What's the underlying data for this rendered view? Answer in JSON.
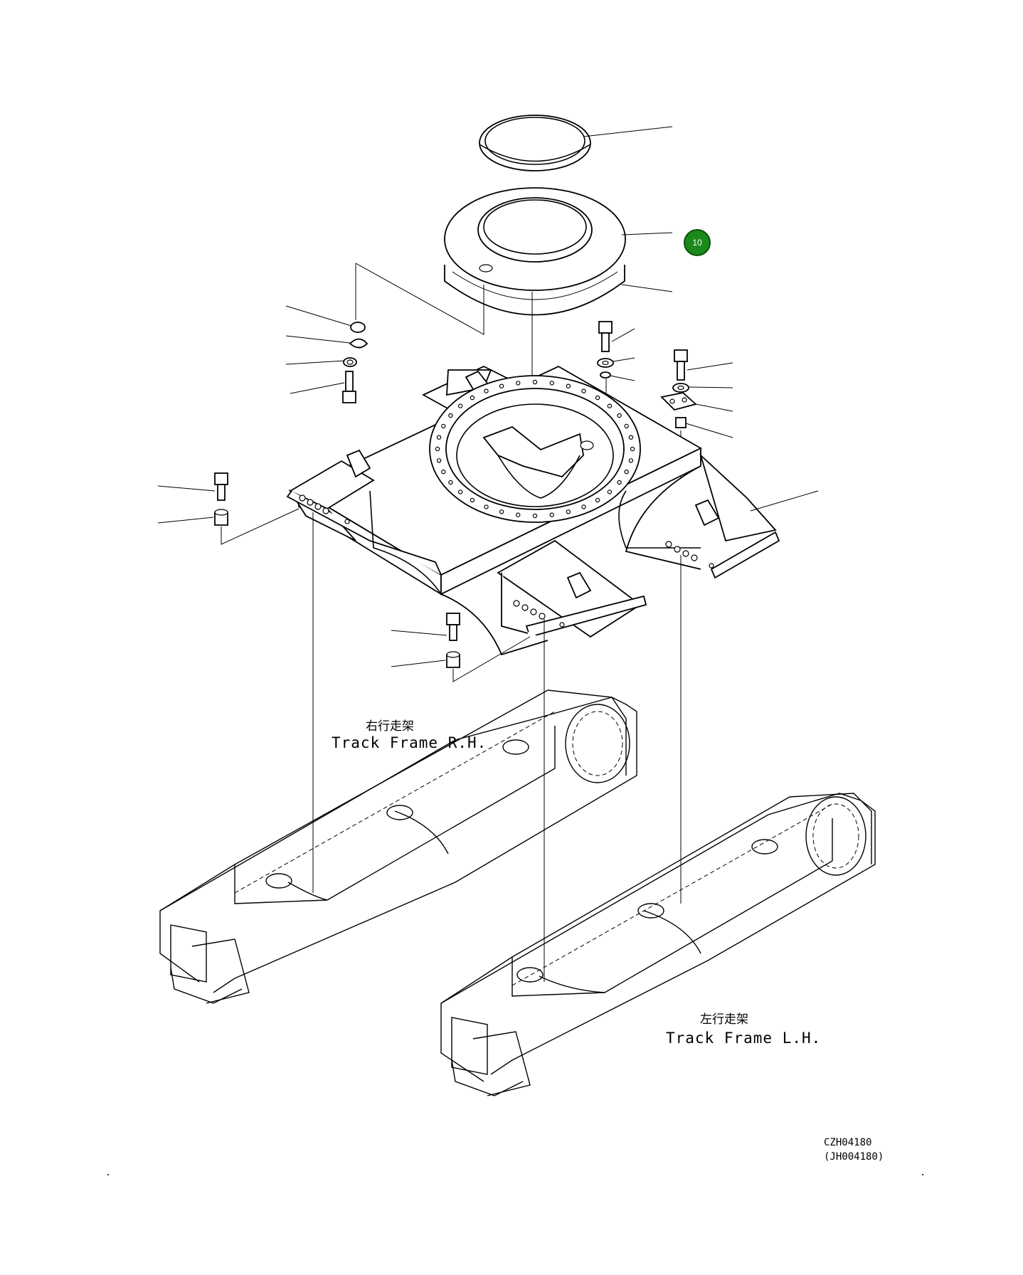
{
  "labels": {
    "track_frame_rh_cn": "右行走架",
    "track_frame_rh_en": "Track Frame R.H.",
    "track_frame_lh_cn": "左行走架",
    "track_frame_lh_en": "Track Frame L.H."
  },
  "callout": {
    "number": "10",
    "color": "#1a8a1a"
  },
  "drawing_codes": {
    "primary": "CZH04180",
    "secondary": "(JH004180)"
  }
}
